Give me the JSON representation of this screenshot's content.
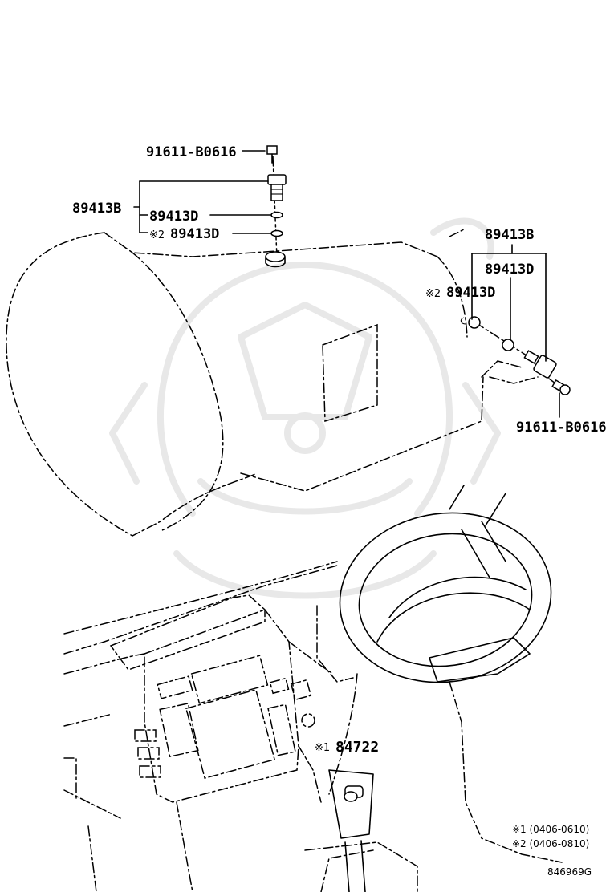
{
  "callouts": {
    "bolt_top": "91611-B0616",
    "sensor_top": "89413B",
    "gasket_top": "89413D",
    "gasket_top_alt_mark": "※2",
    "gasket_top_alt": "89413D",
    "sensor_right": "89413B",
    "gasket_right": "89413D",
    "gasket_right_alt_mark": "※2",
    "gasket_right_alt": "89413D",
    "bolt_right": "91611-B0616",
    "meter_mark": "※1",
    "meter": "84722"
  },
  "notes": {
    "note1": "※1 (0406-0610)",
    "note2": "※2 (0406-0810)"
  },
  "diagram_code": "846969G"
}
